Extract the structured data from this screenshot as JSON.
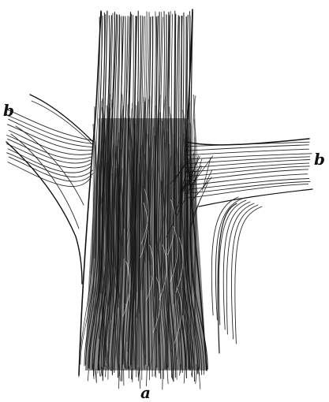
{
  "figure": {
    "labels": {
      "left_branch": "b",
      "right_branch": "b",
      "trunk": "a"
    },
    "colors": {
      "ink": "#111111",
      "shade": "#222222",
      "paper": "#ffffff"
    }
  }
}
